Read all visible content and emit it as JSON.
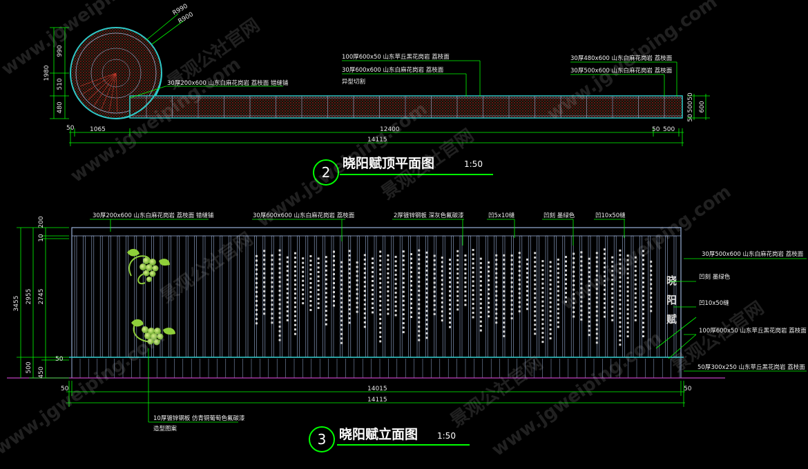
{
  "plan": {
    "radius_labels": [
      "R990",
      "R900"
    ],
    "callouts_left": [
      "30厚200x600 山东白麻花岗岩 荔枝面 错缝铺"
    ],
    "callouts_mid": [
      "100厚600x50 山东苹丘黑花岗岩 荔枝面",
      "30厚600x600 山东白麻花岗岩 荔枝面",
      "异型切割"
    ],
    "callouts_right": [
      "30厚480x600 山东白麻花岗岩 荔枝面",
      "30厚500x600 山东白麻花岗岩 荔枝面"
    ],
    "left_dims": [
      "1980",
      "990",
      "510",
      "480"
    ],
    "right_dims": [
      "50",
      "500",
      "50",
      "600"
    ],
    "bottom_dims": [
      "50",
      "1065",
      "12400",
      "50",
      "500",
      "14115"
    ],
    "title_number": "2",
    "title": "晓阳赋顶平面图",
    "scale": "1:50"
  },
  "elevation": {
    "top_callouts": [
      "30厚200x600 山东白麻花岗岩 荔枝面 错缝铺",
      "30厚600x600 山东白麻花岗岩 荔枝面",
      "2厚镀锌钢板 深灰色氟碳漆",
      "凹5x10缝",
      "凹刻 墨绿色",
      "凹10x50缝"
    ],
    "right_callouts": [
      "30厚500x600 山东白麻花岗岩 荔枝面",
      "凹刻 墨绿色",
      "凹10x50缝",
      "100厚600x50 山东苹丘黑花岗岩 荔枝面",
      "50厚300x250 山东苹丘黑花岗岩 荔枝面"
    ],
    "left_dims": [
      "3455",
      "2955",
      "200",
      "10",
      "2745",
      "500",
      "450",
      "50"
    ],
    "bottom_dims": [
      "50",
      "14015",
      "50",
      "14115"
    ],
    "bottom_callout": [
      "10厚镀锌钢板 仿青铜葡萄色氟碳漆",
      "造型图案"
    ],
    "vertical_title": "晓阳赋",
    "title_number": "3",
    "title": "晓阳赋立面图",
    "scale": "1:50"
  },
  "watermarks": [
    "www.jgweiping.com",
    "景观公社官网"
  ],
  "colors": {
    "background": "#000000",
    "dimension_green": "#00ff00",
    "outline_blue": "#9ab0d8",
    "hatch_red": "#c0392b",
    "cyan_edge": "#2ec8c8",
    "grape_green": "#8fcf3a",
    "ground_magenta": "#c040c0"
  }
}
